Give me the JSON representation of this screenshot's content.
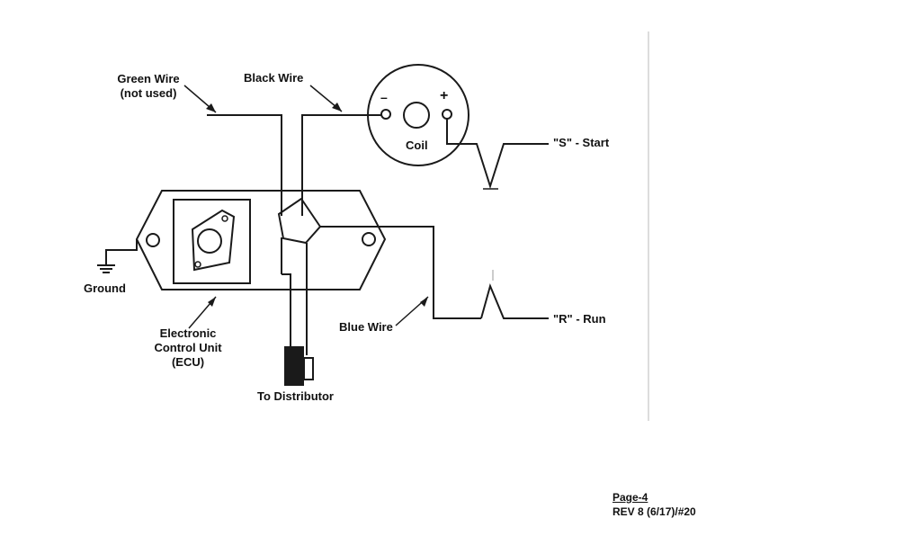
{
  "labels": {
    "green_wire": [
      "Green Wire",
      "(not used)"
    ],
    "black_wire": "Black Wire",
    "coil": "Coil",
    "coil_minus": "–",
    "coil_plus": "+",
    "start": "\"S\" - Start",
    "run": "\"R\" - Run",
    "ground": "Ground",
    "ecu": [
      "Electronic",
      "Control Unit",
      "(ECU)"
    ],
    "blue_wire": "Blue Wire",
    "distributor": "To Distributor"
  },
  "footer": {
    "page": "Page-4",
    "rev": "REV 8 (6/17)/#20"
  },
  "colors": {
    "ink": "#1a1a1a",
    "paper": "#ffffff"
  }
}
